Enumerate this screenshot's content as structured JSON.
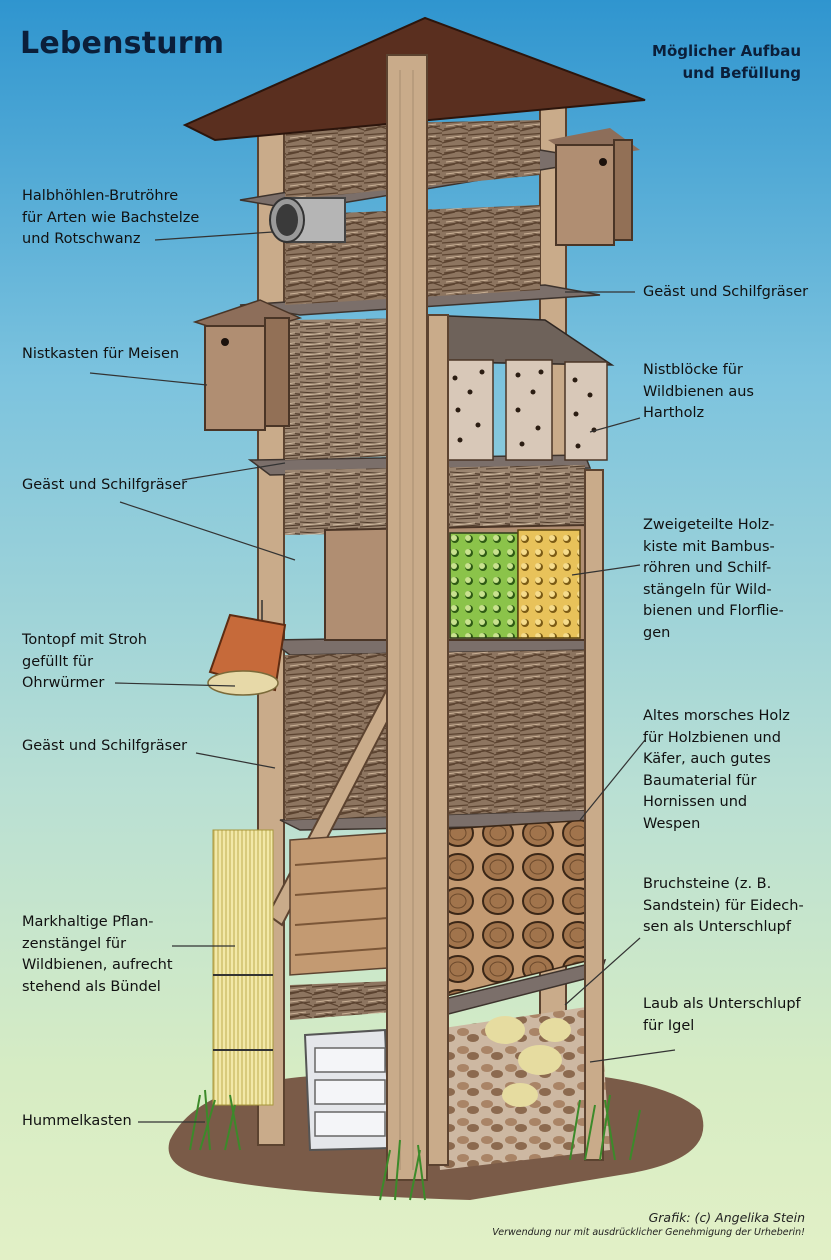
{
  "title": "Lebensturm",
  "subtitle": [
    "Möglicher Aufbau",
    "und Befüllung"
  ],
  "labels": {
    "halbhoehlen": [
      "Halbhöhlen-Brutröhre",
      "für Arten wie Bachstelze",
      "und Rotschwanz"
    ],
    "geaest_top": [
      "Geäst und Schilfgräser"
    ],
    "nistkasten": [
      "Nistkasten für Meisen"
    ],
    "nistbloecke": [
      "Nistblöcke für",
      "Wildbienen aus",
      "Hartholz"
    ],
    "geaest_mid": [
      "Geäst und Schilfgräser"
    ],
    "holzkiste": [
      "Zweigeteilte Holz-",
      "kiste mit Bambus-",
      "röhren und Schilf-",
      "stängeln für Wild-",
      "bienen und Florflie-",
      "gen"
    ],
    "tontopf": [
      "Tontopf mit Stroh",
      "gefüllt für",
      "Ohrwürmer"
    ],
    "geaest_low": [
      "Geäst und Schilfgräser"
    ],
    "morsches_holz": [
      "Altes morsches Holz",
      "für Holzbienen und",
      "Käfer, auch gutes",
      "Baumaterial für",
      "Hornissen und",
      "Wespen"
    ],
    "bruchsteine": [
      "Bruchsteine (z. B.",
      "Sandstein) für Eidech-",
      "sen  als Unterschlupf"
    ],
    "pflanzenstaengel": [
      "Markhaltige Pflan-",
      "zenstängel für",
      "Wildbienen, aufrecht",
      "stehend als Bündel"
    ],
    "laub": [
      "Laub als Unterschlupf",
      "für Igel"
    ],
    "hummelkasten": [
      "Hummelkasten"
    ]
  },
  "credit": {
    "line1": "Grafik: (c) Angelika Stein",
    "line2": "Verwendung nur mit ausdrücklicher Genehmigung der Urheberin!"
  },
  "colors": {
    "sky_top": "#2f95cf",
    "ground": "#e2f0c6",
    "wood": "#c9ab8a",
    "roof": "#5a2f1f",
    "box": "#b08e72",
    "green_block": "#8bc34a",
    "yellow_block": "#e8c25a"
  }
}
